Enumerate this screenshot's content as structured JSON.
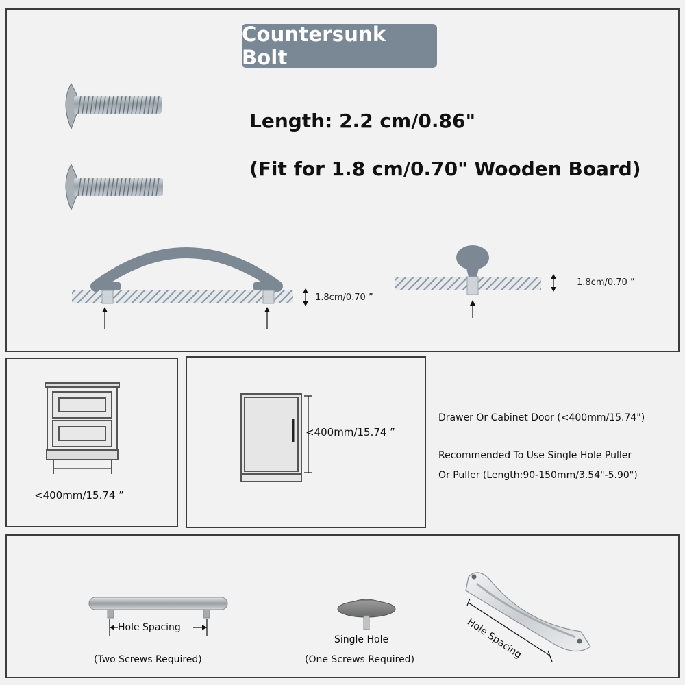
{
  "title": "Countersunk Bolt",
  "specs": {
    "length": "Length: 2.2 cm/0.86\"",
    "fit": "(Fit for 1.8 cm/0.70\" Wooden Board)"
  },
  "board_thickness_left": "1.8cm/0.70 ”",
  "board_thickness_right": "1.8cm/0.70 ”",
  "nightstand_size": "<400mm/15.74 ”",
  "cabinet_size": "<400mm/15.74 ”",
  "info": {
    "line1": "Drawer Or Cabinet Door (<400mm/15.74\")",
    "line2": "Recommended To Use Single Hole Puller",
    "line3": "Or Puller (Length:90-150mm/3.54\"-5.90\")"
  },
  "hardware": {
    "bar_label": "Hole Spacing",
    "bar_note": "(Two Screws Required)",
    "knob_label": "Single Hole",
    "knob_note": "(One Screws Required)",
    "curved_label": "Hole Spacing"
  },
  "colors": {
    "badge": "#7a8795",
    "handle": "#7c8894",
    "hatch": "#8a96a3"
  }
}
